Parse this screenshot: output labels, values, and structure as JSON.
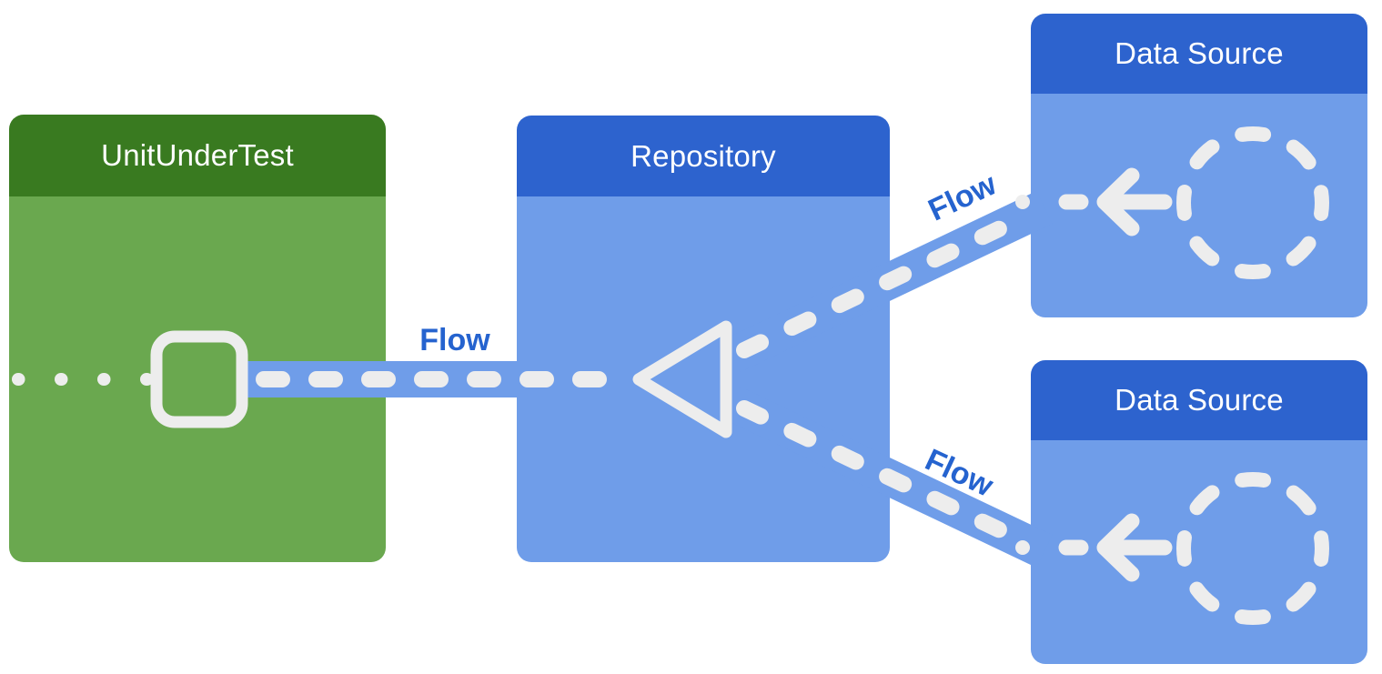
{
  "colors": {
    "background": "#ffffff",
    "green_header": "#397a20",
    "green_body": "#6aa84f",
    "blue_header": "#2d63ce",
    "blue_body": "#6f9de9",
    "flow_band": "#6f9de9",
    "flow_label_text": "#2563cf",
    "diagram_stroke": "#ededed",
    "header_text": "#ffffff"
  },
  "boxes": {
    "unit_under_test": {
      "label": "UnitUnderTest"
    },
    "repository": {
      "label": "Repository"
    },
    "data_source_top": {
      "label": "Data Source"
    },
    "data_source_bottom": {
      "label": "Data Source"
    }
  },
  "flow_labels": {
    "main": "Flow",
    "top": "Flow",
    "bottom": "Flow"
  },
  "icons": {
    "collector_square": "square-outline-icon",
    "merge_triangle": "merge-triangle-icon",
    "producer_circle_top": "dashed-circle-icon",
    "producer_circle_bottom": "dashed-circle-icon",
    "arrow_top": "arrow-left-icon",
    "arrow_bottom": "arrow-left-icon"
  }
}
